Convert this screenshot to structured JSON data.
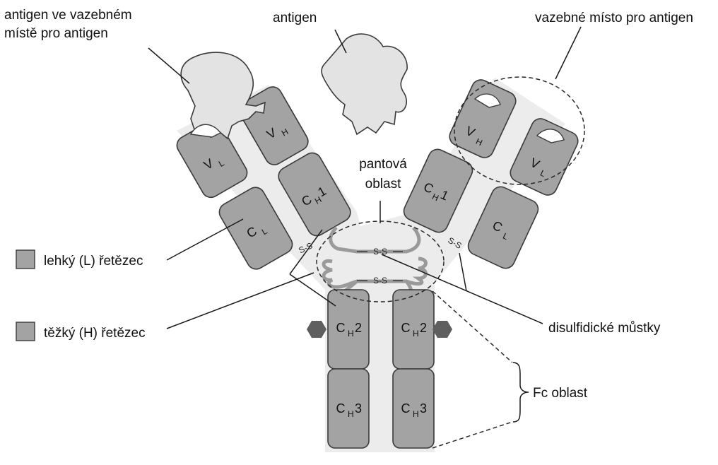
{
  "labels": {
    "antigen_in_site": [
      "antigen ve vazebném",
      "místě pro antigen"
    ],
    "antigen": "antigen",
    "binding_site": "vazebné místo pro antigen",
    "hinge": [
      "pantová",
      "oblast"
    ],
    "light_chain": "lehký (L) řetězec",
    "heavy_chain": "těžký (H) řetězec",
    "disulfide": "disulfidické můstky",
    "fc_region": "Fc oblast"
  },
  "domains": {
    "C": "C",
    "V": "V",
    "sub_L": "L",
    "sub_H": "H",
    "n1": "1",
    "n2": "2",
    "n3": "3"
  },
  "bond": "S-S",
  "colors": {
    "light_chain": "#a3a3a3",
    "heavy_chain": "#a3a3a3",
    "antigen": "#e3e3e3",
    "background_y": "#ececec",
    "glycan": "#5f5f5f"
  }
}
